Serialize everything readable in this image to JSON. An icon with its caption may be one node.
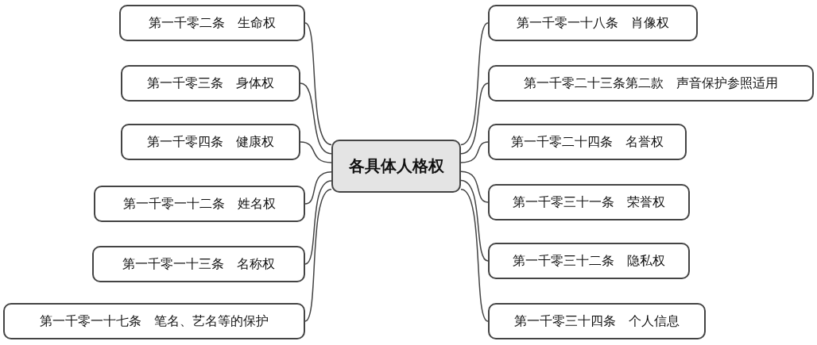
{
  "diagram": {
    "nodes": [
      {
        "text": [
          "各具体人格权"
        ]
      },
      {
        "text": [
          "第一千零二条　生命权"
        ]
      },
      {
        "text": [
          "第一千零三条　身体权"
        ]
      },
      {
        "text": [
          "第一千零四条　健康权"
        ]
      },
      {
        "text": [
          "第一千零一十二条　姓名权"
        ]
      },
      {
        "text": [
          "第一千零一十三条　名称权"
        ]
      },
      {
        "text": [
          "第一千零一十七条　笔名、艺名等的保护"
        ]
      },
      {
        "text": [
          "第一千零一十八条　肖像权"
        ]
      },
      {
        "text": [
          "第一千零二十三条第二款　声音保护参照适用"
        ]
      },
      {
        "text": [
          "第一千零二十四条　名誉权"
        ]
      },
      {
        "text": [
          "第一千零三十一条　荣誉权"
        ]
      },
      {
        "text": [
          "第一千零三十二条　隐私权"
        ]
      },
      {
        "text": [
          "第一千零三十四条　个人信息"
        ]
      }
    ],
    "edges": [
      {
        "from": 0,
        "to": 1,
        "arrow": "none"
      },
      {
        "from": 0,
        "to": 2,
        "arrow": "none"
      },
      {
        "from": 0,
        "to": 3,
        "arrow": "none"
      },
      {
        "from": 0,
        "to": 4,
        "arrow": "none"
      },
      {
        "from": 0,
        "to": 5,
        "arrow": "none"
      },
      {
        "from": 0,
        "to": 6,
        "arrow": "none"
      },
      {
        "from": 0,
        "to": 7,
        "arrow": "none"
      },
      {
        "from": 0,
        "to": 8,
        "arrow": "none"
      },
      {
        "from": 0,
        "to": 9,
        "arrow": "none"
      },
      {
        "from": 0,
        "to": 10,
        "arrow": "none"
      },
      {
        "from": 0,
        "to": 11,
        "arrow": "none"
      },
      {
        "from": 0,
        "to": 12,
        "arrow": "none"
      }
    ]
  }
}
